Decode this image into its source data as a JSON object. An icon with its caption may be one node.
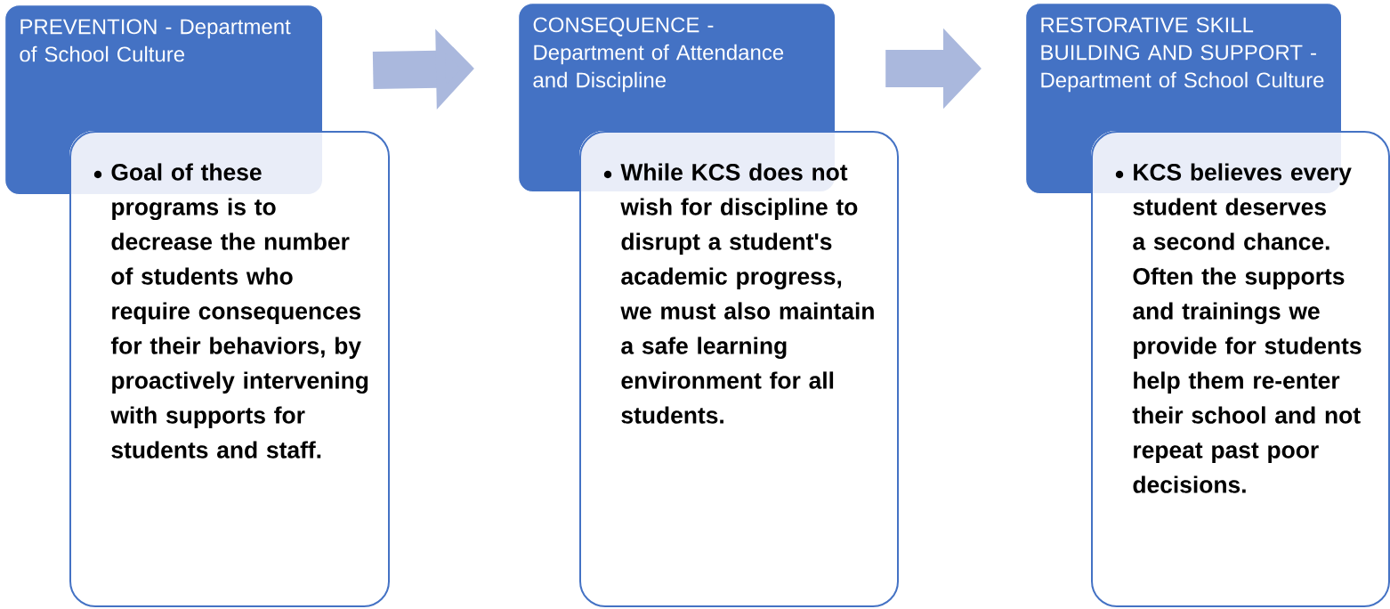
{
  "diagram": {
    "nodes": [
      {
        "text": [
          "PREVENTION - Department of School Culture"
        ]
      },
      {
        "text": [
          "Goal of these programs is to decrease the number of students who require consequences for their behaviors, by proactively intervening with supports for students and staff."
        ]
      },
      {
        "text": [
          "CONSEQUENCE - Department of Attendance and Discipline"
        ]
      },
      {
        "text": [
          "While KCS does not wish for discipline to disrupt a student's academic progress, we must also maintain a safe learning environment for all students."
        ]
      },
      {
        "text": [
          "RESTORATIVE SKILL BUILDING AND SUPPORT - Department of School Culture"
        ]
      },
      {
        "text": [
          "KCS believes every student deserves a second chance. Often the supports and trainings we provide for students help them re-enter their school and not repeat past poor decisions."
        ]
      }
    ],
    "edges": [
      {
        "from": 0,
        "to": 2,
        "arrow": "to"
      },
      {
        "from": 2,
        "to": 4,
        "arrow": "to"
      }
    ]
  }
}
